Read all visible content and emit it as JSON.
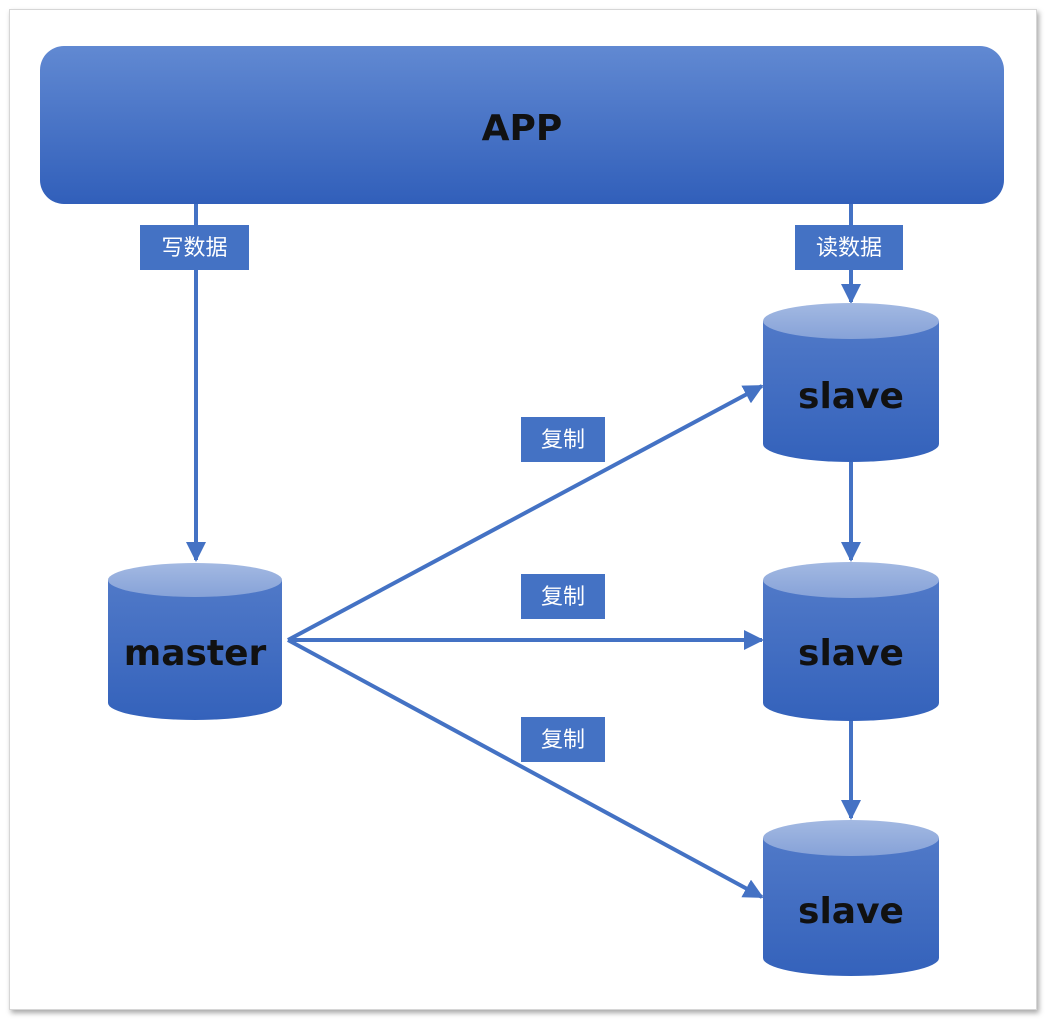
{
  "app": {
    "label": "APP"
  },
  "edges": {
    "write_label": "写数据",
    "read_label": "读数据",
    "replicate_labels": [
      "复制",
      "复制",
      "复制"
    ]
  },
  "nodes": {
    "master": "master",
    "slaves": [
      "slave",
      "slave",
      "slave"
    ]
  },
  "colors": {
    "primary": "#4472C4",
    "app_top": "#5B84D0",
    "app_bottom": "#3563BC",
    "cyl_top": "#8FAADC",
    "tag_bg": "#4472C4",
    "line": "#4472C4"
  }
}
